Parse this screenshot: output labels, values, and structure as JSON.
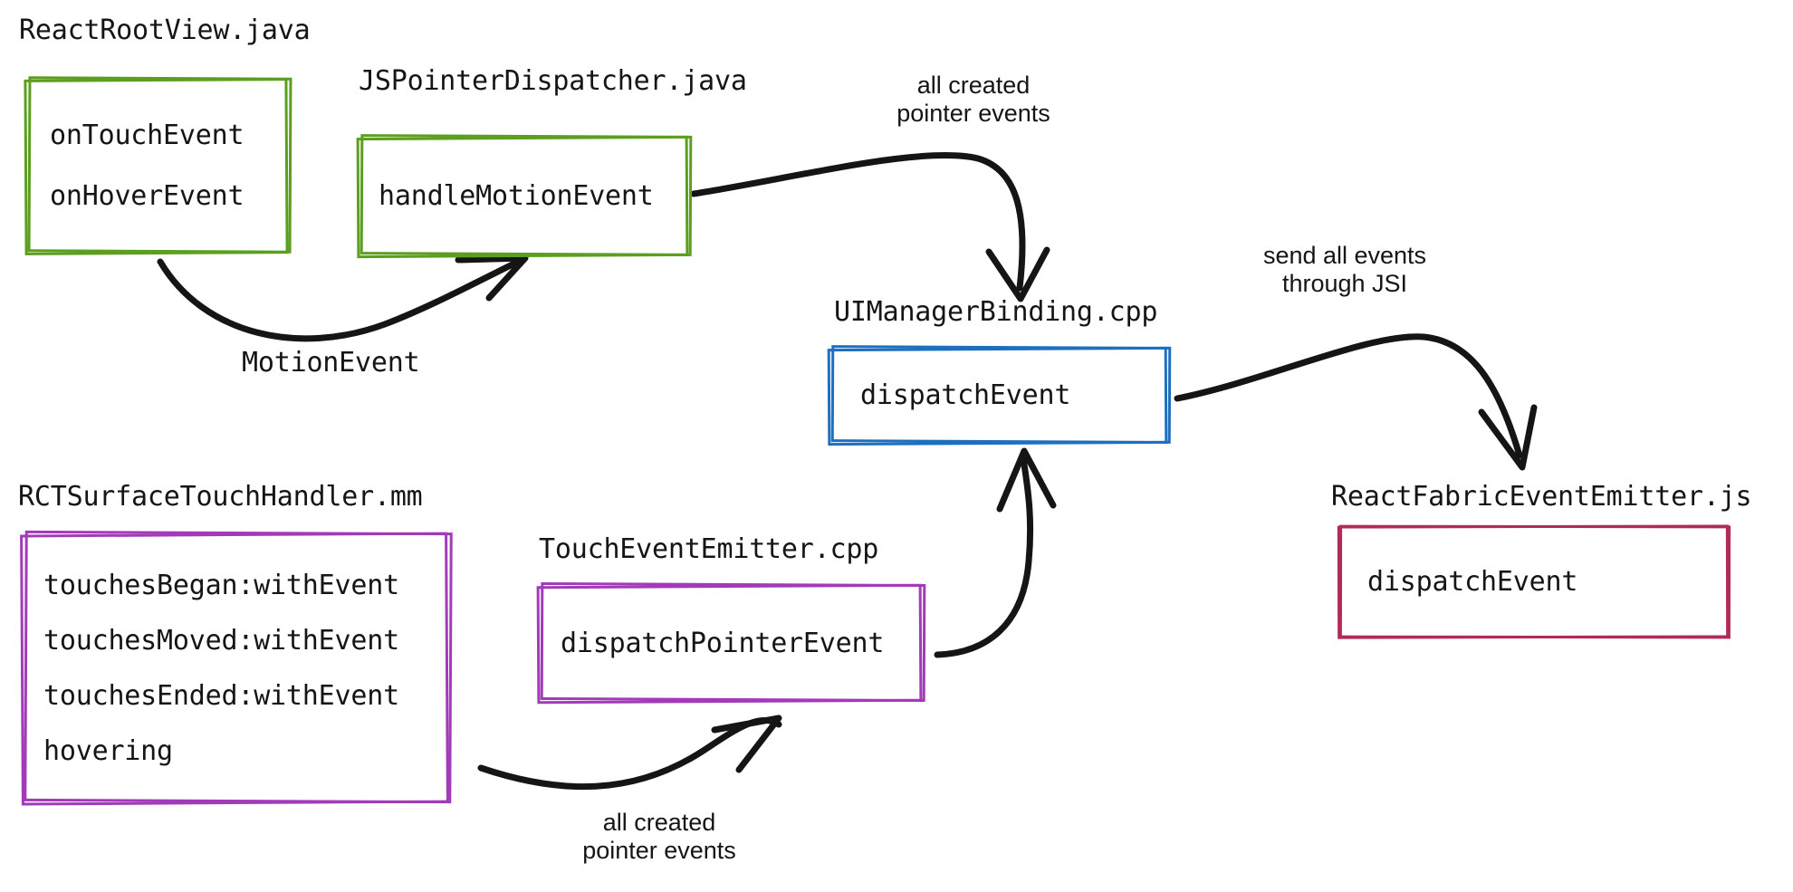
{
  "diagram": {
    "title": "React Native pointer/touch event flow",
    "colors": {
      "green": "#5c9e1f",
      "blue": "#1e6fbf",
      "purple": "#a23bb8",
      "crimson": "#b02a5b",
      "ink": "#151515",
      "background": "#ffffff"
    },
    "nodes": [
      {
        "id": "react-root-view",
        "caption": "ReactRootView.java",
        "color": "green",
        "lines": [
          "onTouchEvent",
          "onHoverEvent"
        ]
      },
      {
        "id": "js-pointer-dispatcher",
        "caption": "JSPointerDispatcher.java",
        "color": "green",
        "lines": [
          "handleMotionEvent"
        ]
      },
      {
        "id": "ui-manager-binding",
        "caption": "UIManagerBinding.cpp",
        "color": "blue",
        "lines": [
          "dispatchEvent"
        ]
      },
      {
        "id": "react-fabric-event-emitter",
        "caption": "ReactFabricEventEmitter.js",
        "color": "crimson",
        "lines": [
          "dispatchEvent"
        ]
      },
      {
        "id": "rct-surface-touch-handler",
        "caption": "RCTSurfaceTouchHandler.mm",
        "color": "purple",
        "lines": [
          "touchesBegan:withEvent",
          "touchesMoved:withEvent",
          "touchesEnded:withEvent",
          "hovering"
        ]
      },
      {
        "id": "touch-event-emitter",
        "caption": "TouchEventEmitter.cpp",
        "color": "purple",
        "lines": [
          "dispatchPointerEvent"
        ]
      }
    ],
    "edges": [
      {
        "id": "motion-event",
        "from": "react-root-view",
        "to": "js-pointer-dispatcher",
        "label": "MotionEvent",
        "label_font": "mono"
      },
      {
        "id": "android-pointer-events",
        "from": "js-pointer-dispatcher",
        "to": "ui-manager-binding",
        "label": "all created\npointer events",
        "label_font": "sans"
      },
      {
        "id": "ios-pointer-events",
        "from": "rct-surface-touch-handler",
        "to": "touch-event-emitter",
        "label": "all created\npointer events",
        "label_font": "sans"
      },
      {
        "id": "emitter-to-binding",
        "from": "touch-event-emitter",
        "to": "ui-manager-binding",
        "label": "",
        "label_font": "sans"
      },
      {
        "id": "jsi-bridge",
        "from": "ui-manager-binding",
        "to": "react-fabric-event-emitter",
        "label": "send all events\nthrough JSI",
        "label_font": "sans"
      }
    ]
  }
}
